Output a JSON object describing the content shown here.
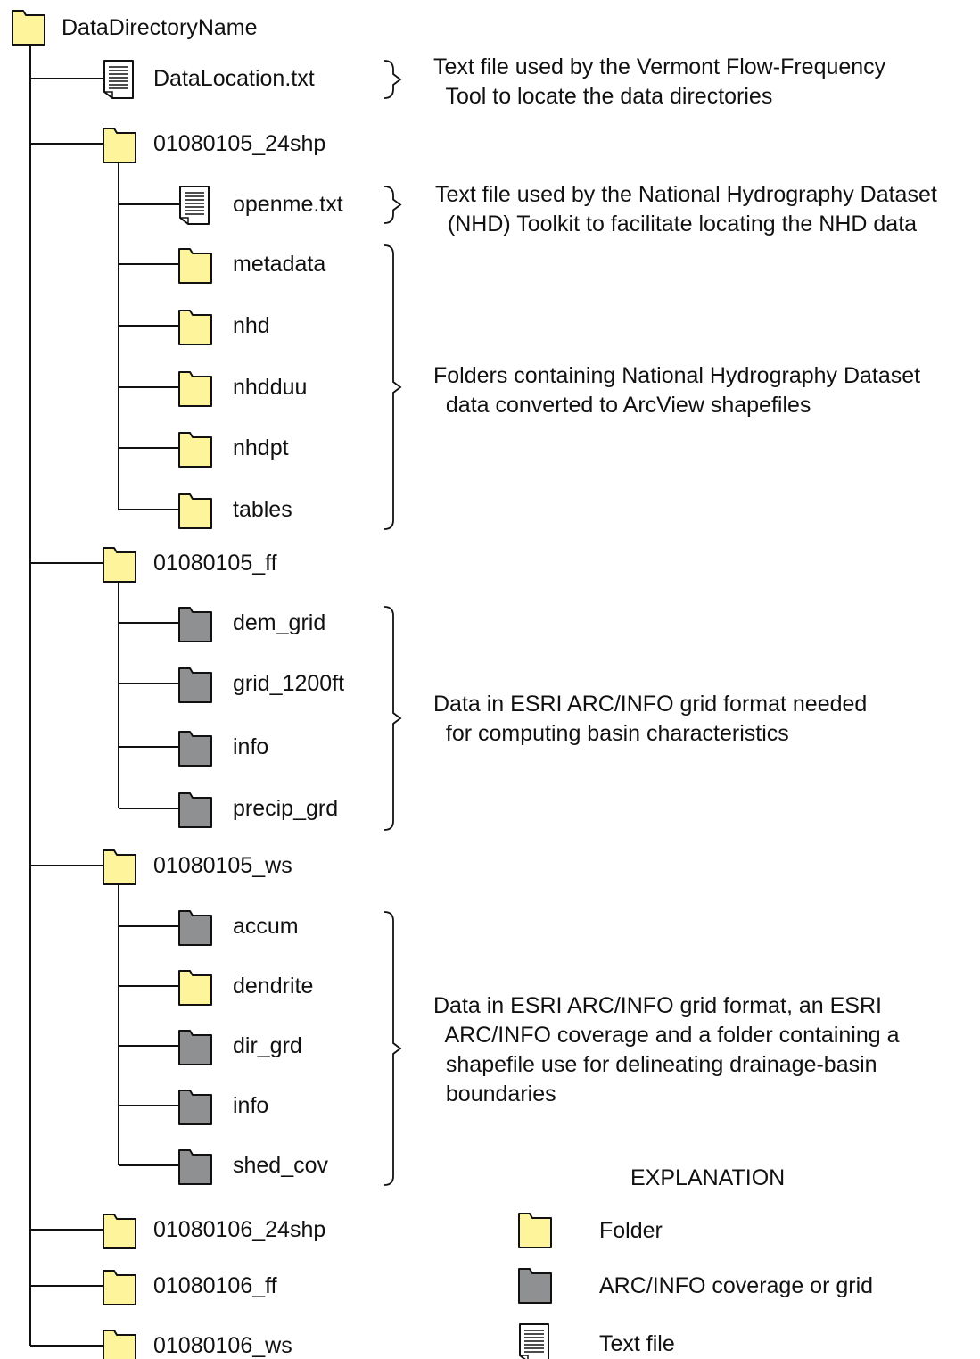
{
  "root": {
    "label": "DataDirectoryName",
    "kind": "folder"
  },
  "items": [
    {
      "label": "DataLocation.txt",
      "kind": "text"
    },
    {
      "label": "01080105_24shp",
      "kind": "folder",
      "children": [
        {
          "label": "openme.txt",
          "kind": "text"
        },
        {
          "label": "metadata",
          "kind": "folder"
        },
        {
          "label": "nhd",
          "kind": "folder"
        },
        {
          "label": "nhdduu",
          "kind": "folder"
        },
        {
          "label": "nhdpt",
          "kind": "folder"
        },
        {
          "label": "tables",
          "kind": "folder"
        }
      ]
    },
    {
      "label": "01080105_ff",
      "kind": "folder",
      "children": [
        {
          "label": "dem_grid",
          "kind": "grid"
        },
        {
          "label": "grid_1200ft",
          "kind": "grid"
        },
        {
          "label": "info",
          "kind": "grid"
        },
        {
          "label": "precip_grd",
          "kind": "grid"
        }
      ]
    },
    {
      "label": "01080105_ws",
      "kind": "folder",
      "children": [
        {
          "label": "accum",
          "kind": "grid"
        },
        {
          "label": "dendrite",
          "kind": "folder"
        },
        {
          "label": "dir_grd",
          "kind": "grid"
        },
        {
          "label": "info",
          "kind": "grid"
        },
        {
          "label": "shed_cov",
          "kind": "grid"
        }
      ]
    },
    {
      "label": "01080106_24shp",
      "kind": "folder"
    },
    {
      "label": "01080106_ff",
      "kind": "folder"
    },
    {
      "label": "01080106_ws",
      "kind": "folder"
    }
  ],
  "descriptions": [
    {
      "lines": [
        "Text file used by the Vermont Flow-Frequency",
        "  Tool to locate the data directories"
      ]
    },
    {
      "lines": [
        "Text file used by the National Hydrography Dataset",
        "  (NHD) Toolkit to facilitate locating the NHD data"
      ]
    },
    {
      "lines": [
        "Folders containing National Hydrography Dataset",
        "  data converted to ArcView shapefiles"
      ]
    },
    {
      "lines": [
        "Data in ESRI ARC/INFO grid format needed",
        "  for computing basin characteristics"
      ]
    },
    {
      "lines": [
        "Data in ESRI ARC/INFO grid format, an ESRI",
        "  ARC/INFO coverage and a folder containing a",
        "  shapefile use for delineating drainage-basin",
        "  boundaries"
      ]
    }
  ],
  "explanation": {
    "title": "EXPLANATION",
    "entries": [
      {
        "label": "Folder",
        "kind": "folder"
      },
      {
        "label": "ARC/INFO coverage or grid",
        "kind": "grid"
      },
      {
        "label": "Text file",
        "kind": "text"
      }
    ]
  },
  "colors": {
    "folder": "#fdf49c",
    "grid": "#8f9092",
    "line": "#111111",
    "paper": "#ffffff"
  }
}
